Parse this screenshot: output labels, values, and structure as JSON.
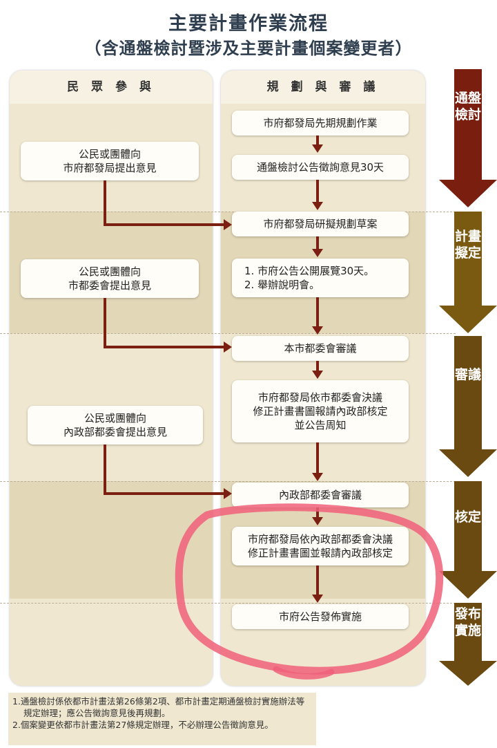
{
  "title": {
    "line1": "主要計畫作業流程",
    "line2": "（含通盤檢討暨涉及主要計畫個案變更者）"
  },
  "columns": {
    "left_header": "民 眾 參 與",
    "right_header": "規 劃 與 審 議"
  },
  "left_boxes": [
    {
      "line1": "公民或團體向",
      "line2": "市府都發局提出意見"
    },
    {
      "line1": "公民或團體向",
      "line2": "市都委會提出意見"
    },
    {
      "line1": "公民或團體向",
      "line2": "內政部都委會提出意見"
    }
  ],
  "right_boxes": [
    {
      "lines": [
        "市府都發局先期規劃作業"
      ]
    },
    {
      "lines": [
        "通盤檢討公告徵詢意見30天"
      ]
    },
    {
      "lines": [
        "市府都發局研擬規劃草案"
      ]
    },
    {
      "lines": [
        "1. 市府公告公開展覽30天。",
        "2. 舉辦說明會。"
      ]
    },
    {
      "lines": [
        "本市都委會審議"
      ]
    },
    {
      "lines": [
        "市府都發局依市都委會決議",
        "修正計畫書圖報請內政部核定",
        "並公告周知"
      ]
    },
    {
      "lines": [
        "內政部都委會審議"
      ]
    },
    {
      "lines": [
        "市府都發局依內政部都委會決議",
        "修正計畫書圖並報請內政部核定"
      ]
    },
    {
      "lines": [
        "市府公告發佈實施"
      ]
    }
  ],
  "stages": [
    {
      "label": "通盤檢討"
    },
    {
      "label": "計畫擬定"
    },
    {
      "label": "審議"
    },
    {
      "label": "核定"
    },
    {
      "label": "發布實施"
    }
  ],
  "notes": [
    "1.通盤檢討係依都市計畫法第26條第2項、都市計畫定期通盤檢討實施辦法等規定辦理；應公告徵詢意見後再規劃。",
    "2.個案變更依都市計畫法第27條規定辦理，不必辦理公告徵詢意見。"
  ],
  "colors": {
    "arrow": "#7a1f12",
    "stage_arrow": "#6b4a12",
    "column_bg": "#efe7cf",
    "highlight": "#f0607a",
    "title": "#2f3e4f"
  }
}
